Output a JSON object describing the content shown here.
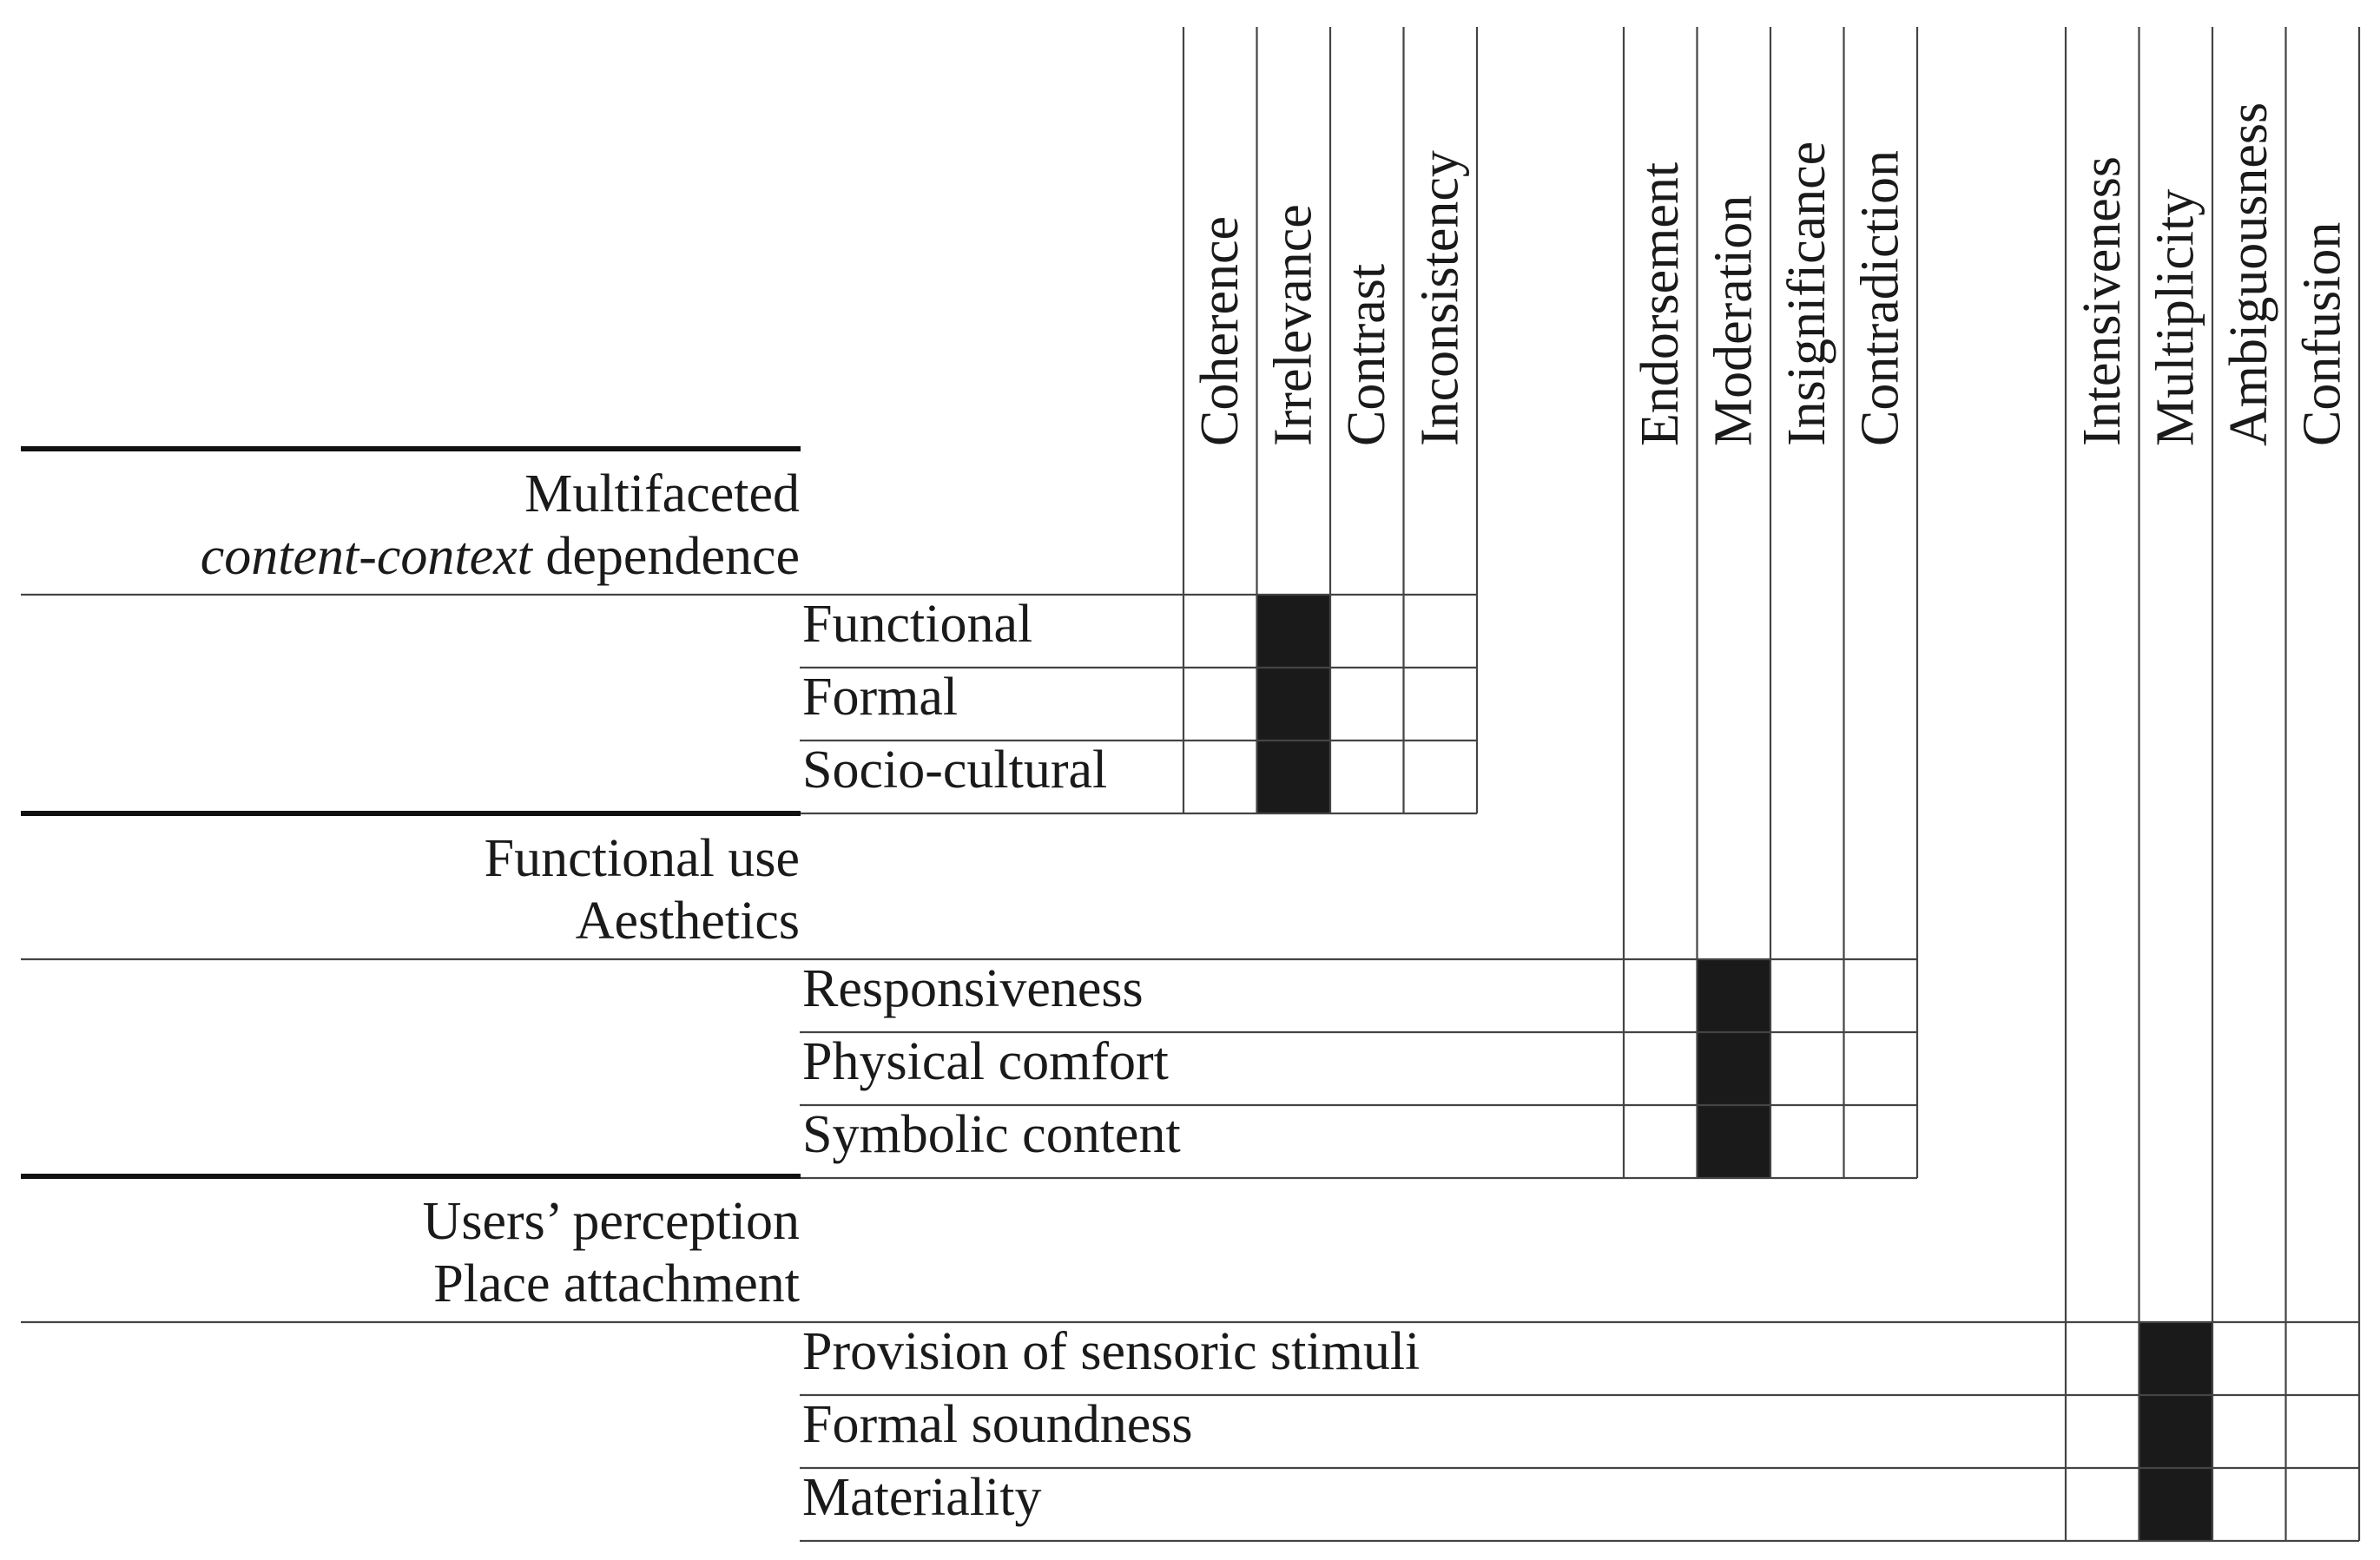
{
  "colors": {
    "fill": "#1a1a1a",
    "line": "#444444"
  },
  "column_groups": [
    {
      "columns": [
        "Coherence",
        "Irrelevance",
        "Contrast",
        "Inconsistency"
      ]
    },
    {
      "columns": [
        "Endorsement",
        "Moderation",
        "Insignificance",
        "Contradiction"
      ]
    },
    {
      "columns": [
        "Intensiveness",
        "Multiplicity",
        "Ambiguousness",
        "Confusion"
      ]
    }
  ],
  "sections": [
    {
      "title_lines": [
        [
          {
            "text": "Multifaceted",
            "italic": false
          }
        ],
        [
          {
            "text": "content-context",
            "italic": true
          },
          {
            "text": " dependence",
            "italic": false
          }
        ]
      ],
      "rows": [
        "Functional",
        "Formal",
        "Socio-cultural"
      ],
      "filled_column": "Irrelevance"
    },
    {
      "title_lines": [
        [
          {
            "text": "Functional use",
            "italic": false
          }
        ],
        [
          {
            "text": "Aesthetics",
            "italic": false
          }
        ]
      ],
      "rows": [
        "Responsiveness",
        "Physical comfort",
        "Symbolic content"
      ],
      "filled_column": "Moderation"
    },
    {
      "title_lines": [
        [
          {
            "text": "Users’ perception",
            "italic": false
          }
        ],
        [
          {
            "text": "Place attachment",
            "italic": false
          }
        ]
      ],
      "rows": [
        "Provision of sensoric stimuli",
        "Formal soundness",
        "Materiality"
      ],
      "filled_column": "Multiplicity"
    }
  ]
}
